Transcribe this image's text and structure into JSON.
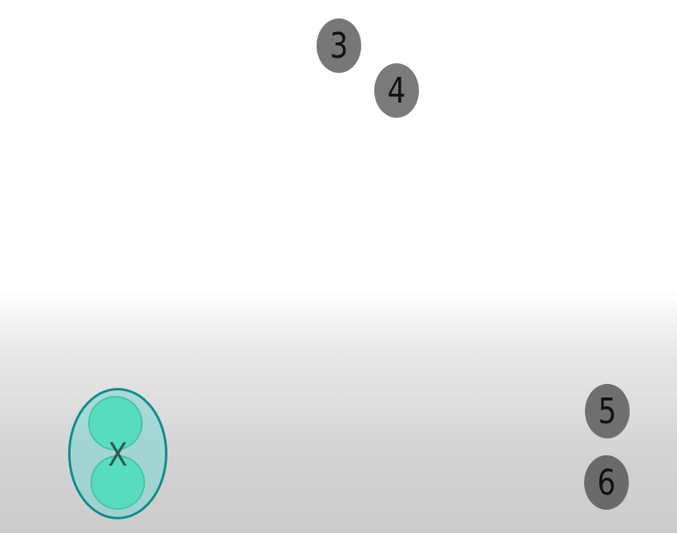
{
  "balls": [
    {
      "id": "3",
      "label": "3"
    },
    {
      "id": "4",
      "label": "4"
    },
    {
      "id": "5",
      "label": "5"
    },
    {
      "id": "6",
      "label": "6"
    }
  ],
  "player": {
    "mark": "X"
  },
  "colors": {
    "ball_fill": "#777777",
    "ball_text": "#111111",
    "player_fill": "#57dcbd",
    "player_shell": "#78d6d2",
    "player_border": "#0f8c8a"
  }
}
